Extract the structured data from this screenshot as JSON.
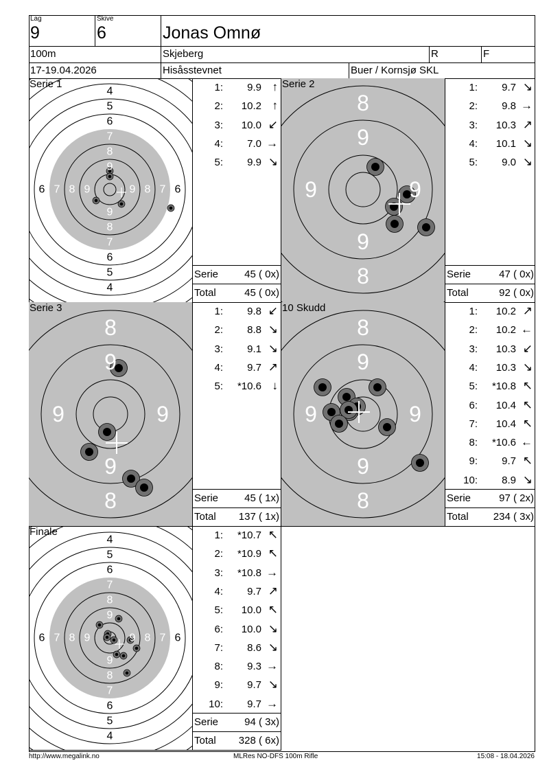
{
  "header": {
    "lag_label": "Lag",
    "lag": "9",
    "skive_label": "Skive",
    "skive": "6",
    "name": "Jonas Omnø",
    "distance": "100m",
    "location": "Skjeberg",
    "r_label": "R",
    "f_label": "F",
    "date": "17-19.04.2026",
    "event": "Hisåsstevnet",
    "club": "Buer / Kornsjø SKL"
  },
  "panels": [
    {
      "title": "Serie 1",
      "shots": [
        {
          "n": "1:",
          "v": "9.9",
          "dir": "↑"
        },
        {
          "n": "2:",
          "v": "10.2",
          "dir": "↑"
        },
        {
          "n": "3:",
          "v": "10.0",
          "dir": "↙"
        },
        {
          "n": "4:",
          "v": "7.0",
          "dir": "→"
        },
        {
          "n": "5:",
          "v": "9.9",
          "dir": "↘"
        }
      ],
      "serie_label": "Serie",
      "serie": "45 ( 0x)",
      "total_label": "Total",
      "total": "45 ( 0x)"
    },
    {
      "title": "Serie 2",
      "shots": [
        {
          "n": "1:",
          "v": "9.7",
          "dir": "↘"
        },
        {
          "n": "2:",
          "v": "9.8",
          "dir": "→"
        },
        {
          "n": "3:",
          "v": "10.3",
          "dir": "↗"
        },
        {
          "n": "4:",
          "v": "10.1",
          "dir": "↘"
        },
        {
          "n": "5:",
          "v": "9.0",
          "dir": "↘"
        }
      ],
      "serie_label": "Serie",
      "serie": "47 ( 0x)",
      "total_label": "Total",
      "total": "92 ( 0x)"
    },
    {
      "title": "Serie 3",
      "shots": [
        {
          "n": "1:",
          "v": "9.8",
          "dir": "↙"
        },
        {
          "n": "2:",
          "v": "8.8",
          "dir": "↘"
        },
        {
          "n": "3:",
          "v": "9.1",
          "dir": "↘"
        },
        {
          "n": "4:",
          "v": "9.7",
          "dir": "↗"
        },
        {
          "n": "5:",
          "v": "*10.6",
          "dir": "↓"
        }
      ],
      "serie_label": "Serie",
      "serie": "45 ( 1x)",
      "total_label": "Total",
      "total": "137 ( 1x)"
    },
    {
      "title": "10 Skudd",
      "shots": [
        {
          "n": "1:",
          "v": "10.2",
          "dir": "↗"
        },
        {
          "n": "2:",
          "v": "10.2",
          "dir": "←"
        },
        {
          "n": "3:",
          "v": "10.3",
          "dir": "↙"
        },
        {
          "n": "4:",
          "v": "10.3",
          "dir": "↘"
        },
        {
          "n": "5:",
          "v": "*10.8",
          "dir": "↖"
        },
        {
          "n": "6:",
          "v": "10.4",
          "dir": "↖"
        },
        {
          "n": "7:",
          "v": "10.4",
          "dir": "↖"
        },
        {
          "n": "8:",
          "v": "*10.6",
          "dir": "←"
        },
        {
          "n": "9:",
          "v": "9.7",
          "dir": "↖"
        },
        {
          "n": "10:",
          "v": "8.9",
          "dir": "↘"
        }
      ],
      "serie_label": "Serie",
      "serie": "97 ( 2x)",
      "total_label": "Total",
      "total": "234 ( 3x)"
    },
    {
      "title": "Finale",
      "shots": [
        {
          "n": "1:",
          "v": "*10.7",
          "dir": "↖"
        },
        {
          "n": "2:",
          "v": "*10.9",
          "dir": "↖"
        },
        {
          "n": "3:",
          "v": "*10.8",
          "dir": "→"
        },
        {
          "n": "4:",
          "v": "9.7",
          "dir": "↗"
        },
        {
          "n": "5:",
          "v": "10.0",
          "dir": "↖"
        },
        {
          "n": "6:",
          "v": "10.0",
          "dir": "↘"
        },
        {
          "n": "7:",
          "v": "8.6",
          "dir": "↘"
        },
        {
          "n": "8:",
          "v": "9.3",
          "dir": "→"
        },
        {
          "n": "9:",
          "v": "9.7",
          "dir": "↘"
        },
        {
          "n": "10:",
          "v": "9.7",
          "dir": "→"
        }
      ],
      "serie_label": "Serie",
      "serie": "94 ( 3x)",
      "total_label": "Total",
      "total": "328 ( 6x)"
    }
  ],
  "footer": {
    "url": "http://www.megalink.no",
    "program": "MLRes NO-DFS 100m Rifle",
    "timestamp": "15:08 - 18.04.2026"
  },
  "colors": {
    "target_gray": "#c0c0c0",
    "shot_gray": "#707070"
  }
}
